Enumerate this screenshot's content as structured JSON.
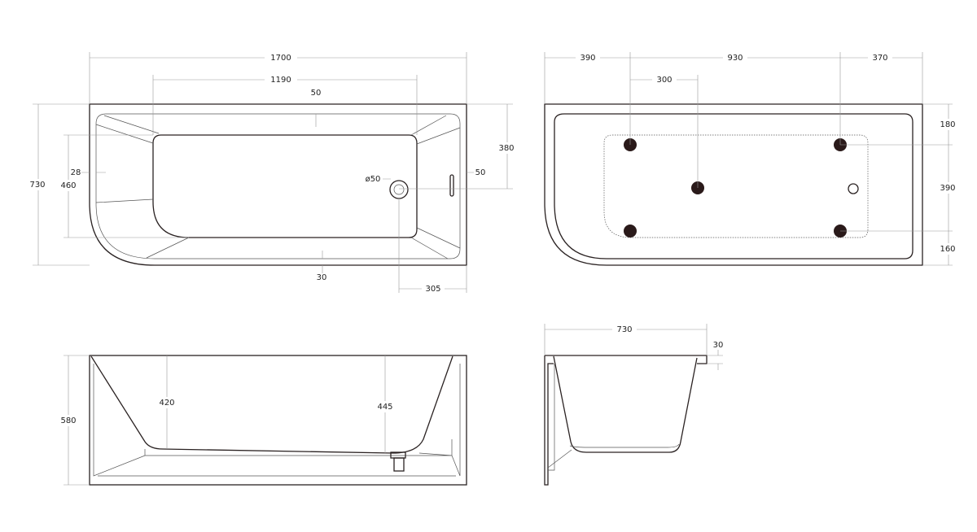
{
  "top_view": {
    "width_total": "1700",
    "basin_length": "1190",
    "rim_top": "50",
    "height_total": "730",
    "basin_width": "460",
    "rim_left": "28",
    "drain_offset": "380",
    "rim_right": "50",
    "drain_diameter": "ø50",
    "rim_bottom": "30",
    "drain_from_edge": "305"
  },
  "support_view": {
    "left": "390",
    "middle": "930",
    "right": "370",
    "inner": "300",
    "top": "180",
    "center": "390",
    "bottom": "160"
  },
  "side_view": {
    "height": "580",
    "depth_left": "420",
    "depth_right": "445"
  },
  "end_view": {
    "width": "730",
    "rim": "30"
  }
}
